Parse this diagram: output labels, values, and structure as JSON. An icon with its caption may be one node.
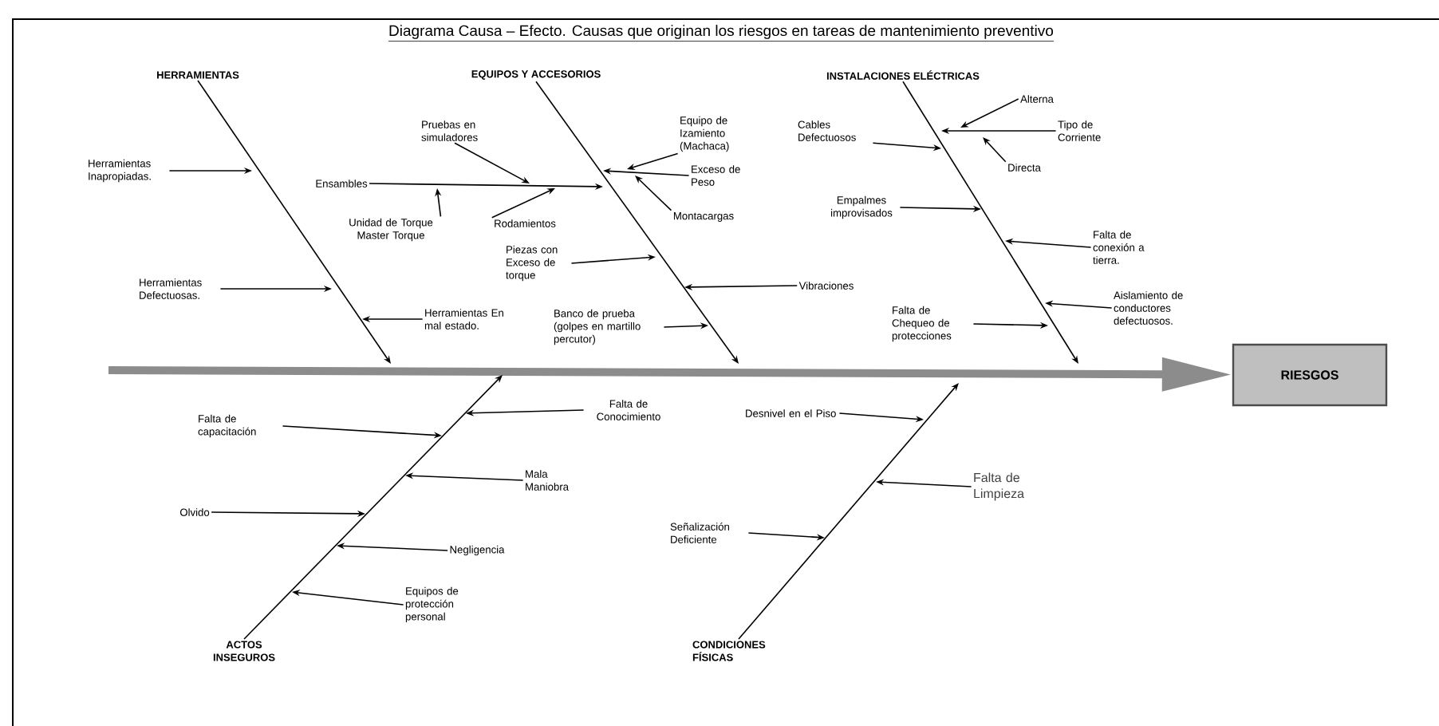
{
  "diagram": {
    "title": "Diagrama Causa – Efecto. Causas que originan los riesgos en tareas de mantenimiento preventivo",
    "nodes": [
      {
        "text": [
          "HERRAMIENTAS"
        ]
      },
      {
        "text": [
          "EQUIPOS Y ACCESORIOS"
        ]
      },
      {
        "text": [
          "INSTALACIONES ELÉCTRICAS"
        ]
      },
      {
        "text": [
          "ACTOS INSEGUROS"
        ]
      },
      {
        "text": [
          "CONDICIONES FÍSICAS"
        ]
      },
      {
        "text": [
          "RIESGOS"
        ]
      },
      {
        "text": [
          "Herramientas Inapropiadas."
        ]
      },
      {
        "text": [
          "Herramientas Defectuosas."
        ]
      },
      {
        "text": [
          "Herramientas En mal estado."
        ]
      },
      {
        "text": [
          "Ensambles"
        ]
      },
      {
        "text": [
          "Pruebas en simuladores"
        ]
      },
      {
        "text": [
          "Unidad de Torque Master Torque"
        ]
      },
      {
        "text": [
          "Rodamientos"
        ]
      },
      {
        "text": [
          "Equipo de Izamiento (Machaca)"
        ]
      },
      {
        "text": [
          "Exceso de Peso"
        ]
      },
      {
        "text": [
          "Montacargas"
        ]
      },
      {
        "text": [
          "Piezas con Exceso de torque"
        ]
      },
      {
        "text": [
          "Vibraciones"
        ]
      },
      {
        "text": [
          "Banco de prueba (golpes en martillo percutor)"
        ]
      },
      {
        "text": [
          "Cables Defectuosos"
        ]
      },
      {
        "text": [
          "Tipo de Corriente"
        ]
      },
      {
        "text": [
          "Alterna"
        ]
      },
      {
        "text": [
          "Directa"
        ]
      },
      {
        "text": [
          "Empalmes improvisados"
        ]
      },
      {
        "text": [
          "Falta de conexión a tierra."
        ]
      },
      {
        "text": [
          "Aislamiento de conductores defectuosos."
        ]
      },
      {
        "text": [
          "Falta de Chequeo de protecciones"
        ]
      },
      {
        "text": [
          "Falta de Conocimiento"
        ]
      },
      {
        "text": [
          "Falta de capacitación"
        ]
      },
      {
        "text": [
          "Mala Maniobra"
        ]
      },
      {
        "text": [
          "Olvido"
        ]
      },
      {
        "text": [
          "Negligencia"
        ]
      },
      {
        "text": [
          "Equipos de protección personal"
        ]
      },
      {
        "text": [
          "Desnivel en el Piso"
        ]
      },
      {
        "text": [
          "Falta de Limpieza"
        ]
      },
      {
        "text": [
          "Señalización Deficiente"
        ]
      }
    ],
    "edges": [
      {
        "from": null,
        "to": 5,
        "arrow": "to",
        "style": "thick",
        "color": "#8c8c8c"
      },
      {
        "from": 0,
        "to": null,
        "arrow": "to"
      },
      {
        "from": 1,
        "to": null,
        "arrow": "to"
      },
      {
        "from": 2,
        "to": null,
        "arrow": "to"
      },
      {
        "from": 3,
        "to": null,
        "arrow": "to"
      },
      {
        "from": 4,
        "to": null,
        "arrow": "to"
      },
      {
        "from": 6,
        "to": null,
        "arrow": "to"
      },
      {
        "from": 7,
        "to": null,
        "arrow": "to"
      },
      {
        "from": 8,
        "to": null,
        "arrow": "to"
      },
      {
        "from": 9,
        "to": null,
        "arrow": "to"
      },
      {
        "from": 10,
        "to": null,
        "arrow": "to"
      },
      {
        "from": 11,
        "to": null,
        "arrow": "to"
      },
      {
        "from": 12,
        "to": null,
        "arrow": "to"
      },
      {
        "from": 13,
        "to": null,
        "arrow": "to"
      },
      {
        "from": 14,
        "to": null,
        "arrow": "to"
      },
      {
        "from": 15,
        "to": null,
        "arrow": "to"
      },
      {
        "from": 16,
        "to": null,
        "arrow": "to"
      },
      {
        "from": 17,
        "to": null,
        "arrow": "to"
      },
      {
        "from": 18,
        "to": null,
        "arrow": "to"
      },
      {
        "from": 19,
        "to": null,
        "arrow": "to"
      },
      {
        "from": 20,
        "to": null,
        "arrow": "to"
      },
      {
        "from": 21,
        "to": null,
        "arrow": "to"
      },
      {
        "from": 22,
        "to": null,
        "arrow": "to"
      },
      {
        "from": 23,
        "to": null,
        "arrow": "to"
      },
      {
        "from": 24,
        "to": null,
        "arrow": "to"
      },
      {
        "from": 25,
        "to": null,
        "arrow": "to"
      },
      {
        "from": 26,
        "to": null,
        "arrow": "to"
      },
      {
        "from": 27,
        "to": null,
        "arrow": "to"
      },
      {
        "from": 28,
        "to": null,
        "arrow": "to"
      },
      {
        "from": 29,
        "to": null,
        "arrow": "to"
      },
      {
        "from": 30,
        "to": null,
        "arrow": "to"
      },
      {
        "from": 31,
        "to": null,
        "arrow": "to"
      },
      {
        "from": 32,
        "to": null,
        "arrow": "to"
      },
      {
        "from": 33,
        "to": null,
        "arrow": "to"
      },
      {
        "from": 34,
        "to": null,
        "arrow": "to"
      },
      {
        "from": 35,
        "to": null,
        "arrow": "to"
      }
    ]
  }
}
